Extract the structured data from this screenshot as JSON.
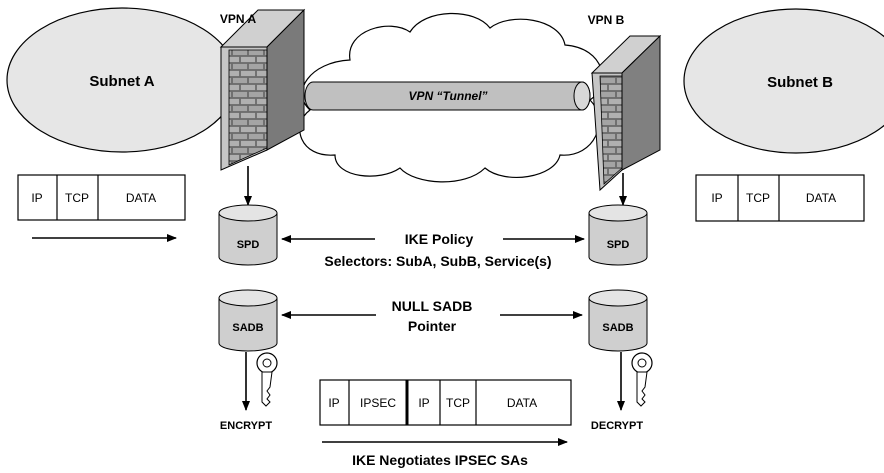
{
  "labels": {
    "subnet_a": "Subnet A",
    "subnet_b": "Subnet B",
    "vpn_a": "VPN A",
    "vpn_b": "VPN B",
    "tunnel": "VPN “Tunnel”",
    "spd": "SPD",
    "sadb": "SADB",
    "encrypt": "ENCRYPT",
    "decrypt": "DECRYPT",
    "ike_policy_line1": "IKE Policy",
    "ike_policy_line2": "Selectors: SubA, SubB, Service(s)",
    "null_sadb_line1": "NULL SADB",
    "null_sadb_line2": "Pointer",
    "ike_negotiates": "IKE Negotiates IPSEC SAs"
  },
  "packet_left": [
    "IP",
    "TCP",
    "DATA"
  ],
  "packet_right": [
    "IP",
    "TCP",
    "DATA"
  ],
  "packet_ipsec": [
    "IP",
    "IPSEC",
    "IP",
    "TCP",
    "DATA"
  ],
  "colors": {
    "subnet_fill": "#e6e6e6",
    "tunnel_fill": "#c0c0c0",
    "db_fill": "#cfcfcf",
    "brick": "#9a9a9a",
    "wall_top": "#d0d0d0"
  }
}
